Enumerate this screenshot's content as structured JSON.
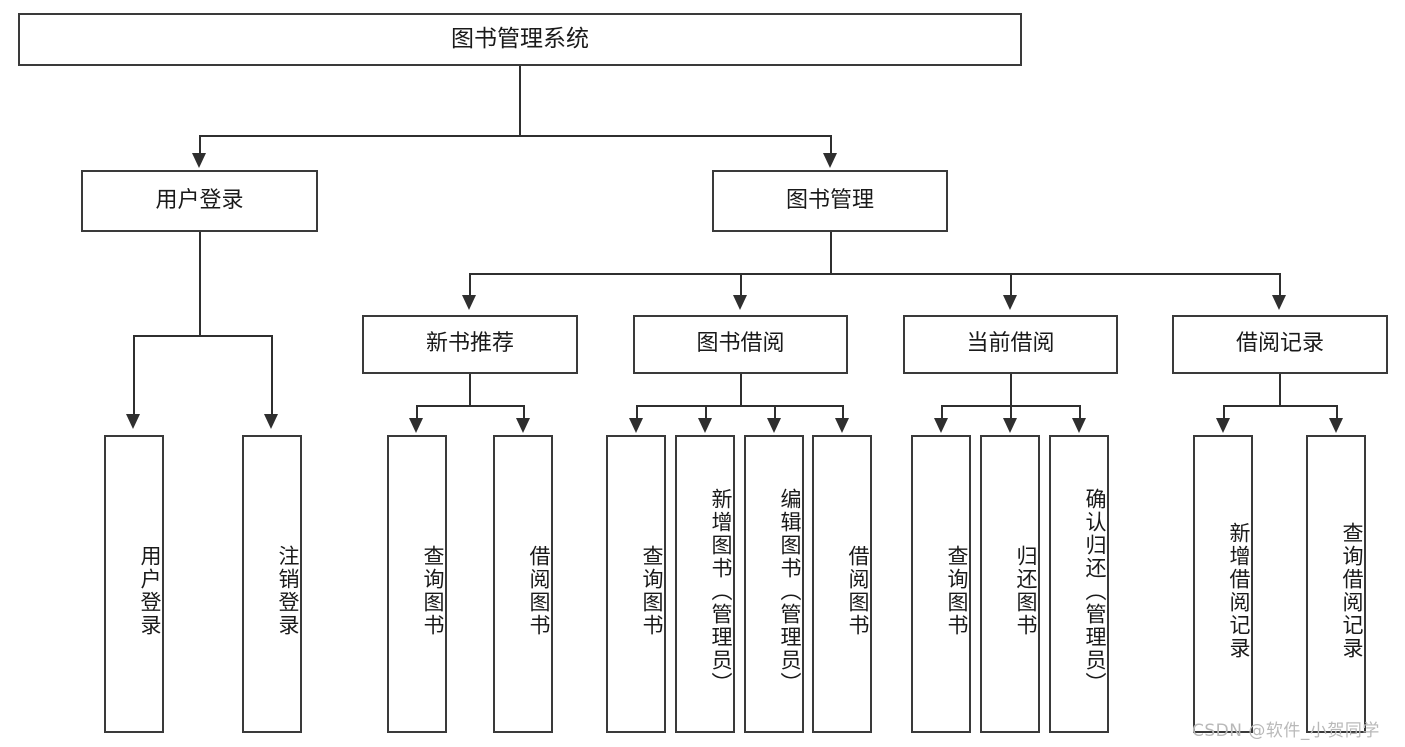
{
  "diagram": {
    "title": "图书管理系统",
    "type": "功能结构图",
    "root": {
      "label": "图书管理系统"
    },
    "level2": [
      {
        "id": "user-login",
        "label": "用户登录"
      },
      {
        "id": "book-manage",
        "label": "图书管理"
      }
    ],
    "level3": [
      {
        "id": "new-book-recommend",
        "label": "新书推荐",
        "parent": "book-manage"
      },
      {
        "id": "book-borrow",
        "label": "图书借阅",
        "parent": "book-manage"
      },
      {
        "id": "current-borrow",
        "label": "当前借阅",
        "parent": "book-manage"
      },
      {
        "id": "borrow-record",
        "label": "借阅记录",
        "parent": "book-manage"
      }
    ],
    "leaves": [
      {
        "id": "leaf-user-login",
        "label": "用户登录",
        "parent": "user-login"
      },
      {
        "id": "leaf-logout",
        "label": "注销登录",
        "parent": "user-login"
      },
      {
        "id": "leaf-query-book-1",
        "label": "查询图书",
        "parent": "new-book-recommend"
      },
      {
        "id": "leaf-borrow-book-1",
        "label": "借阅图书",
        "parent": "new-book-recommend"
      },
      {
        "id": "leaf-query-book-2",
        "label": "查询图书",
        "parent": "book-borrow"
      },
      {
        "id": "leaf-add-book",
        "label": "新增图书（管理员）",
        "parent": "book-borrow"
      },
      {
        "id": "leaf-edit-book",
        "label": "编辑图书（管理员）",
        "parent": "book-borrow"
      },
      {
        "id": "leaf-borrow-book-2",
        "label": "借阅图书",
        "parent": "book-borrow"
      },
      {
        "id": "leaf-query-book-3",
        "label": "查询图书",
        "parent": "current-borrow"
      },
      {
        "id": "leaf-return-book",
        "label": "归还图书",
        "parent": "current-borrow"
      },
      {
        "id": "leaf-confirm-return",
        "label": "确认归还（管理员）",
        "parent": "current-borrow"
      },
      {
        "id": "leaf-add-record",
        "label": "新增借阅记录",
        "parent": "borrow-record"
      },
      {
        "id": "leaf-query-record",
        "label": "查询借阅记录",
        "parent": "borrow-record"
      }
    ],
    "watermark": "CSDN @软件_小贺同学",
    "colors": {
      "background": "#ffffff",
      "box_border": "#3a3a3a",
      "connector": "#2f2f2f",
      "text": "#1a1a1a",
      "watermark": "#b9b9b9"
    }
  }
}
